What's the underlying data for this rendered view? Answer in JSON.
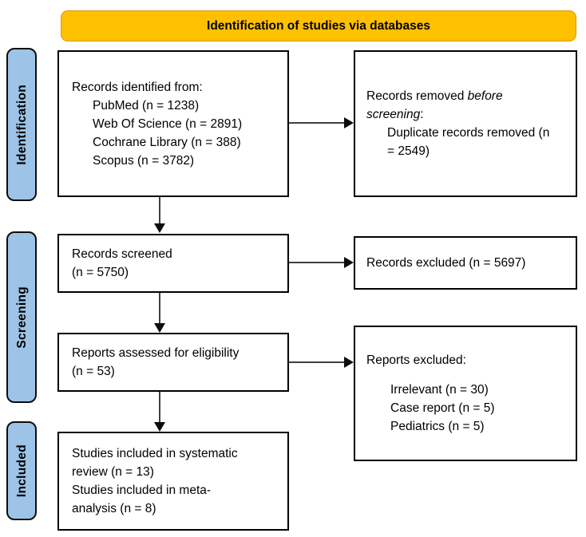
{
  "header": {
    "title": "Identification of studies via databases"
  },
  "sidebar": {
    "identification": "Identification",
    "screening": "Screening",
    "included": "Included"
  },
  "boxes": {
    "records_identified": {
      "title": "Records identified from:",
      "items": [
        "PubMed (n = 1238)",
        "Web Of Science (n = 2891)",
        "Cochrane Library (n = 388)",
        "Scopus (n = 3782)"
      ]
    },
    "records_removed": {
      "text_plain": "Records removed ",
      "text_italic": "before screening",
      "text_suffix": ":",
      "item": "Duplicate records removed (n = 2549)"
    },
    "records_screened": {
      "line1": "Records screened",
      "line2": "(n = 5750)"
    },
    "records_excluded": {
      "text": "Records excluded (n = 5697)"
    },
    "reports_assessed": {
      "line1": "Reports assessed for eligibility",
      "line2": "(n = 53)"
    },
    "reports_excluded": {
      "title": "Reports excluded:",
      "items": [
        "Irrelevant (n = 30)",
        "Case report (n = 5)",
        "Pediatrics (n = 5)"
      ]
    },
    "studies_included": {
      "line1": "Studies included in systematic review (n = 13)",
      "line2": "Studies included in meta-analysis (n = 8)"
    }
  },
  "colors": {
    "header_bg": "#FFC000",
    "header_border": "#D49B00",
    "sidebar_bg": "#9DC3E6",
    "box_border": "#000000",
    "arrow_line": "#404040",
    "arrow_head": "#0D0D0D"
  }
}
